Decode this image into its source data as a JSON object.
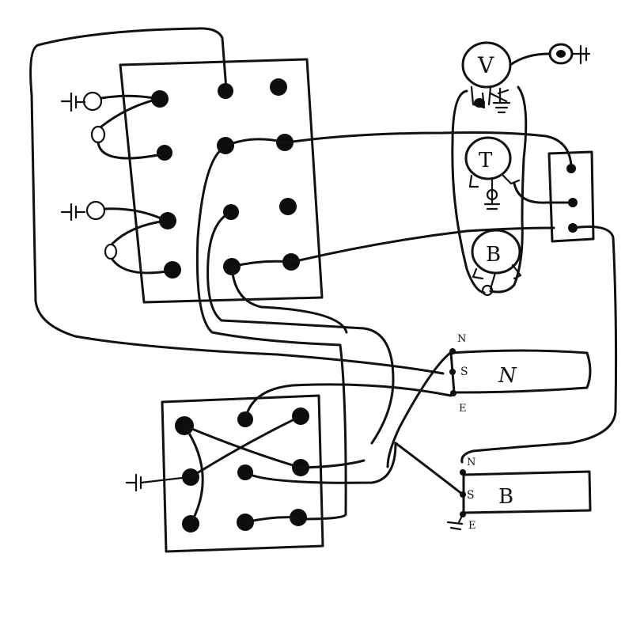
{
  "pots": {
    "volume": {
      "letter": "V"
    },
    "tone": {
      "letter": "T"
    },
    "blend": {
      "letter": "B"
    }
  },
  "pickups": {
    "neck": {
      "name": "N",
      "north": "N",
      "south": "S",
      "ground": "E"
    },
    "bridge": {
      "name": "B",
      "north": "N",
      "south": "S",
      "ground": "E"
    }
  },
  "ink_color": "#111111"
}
